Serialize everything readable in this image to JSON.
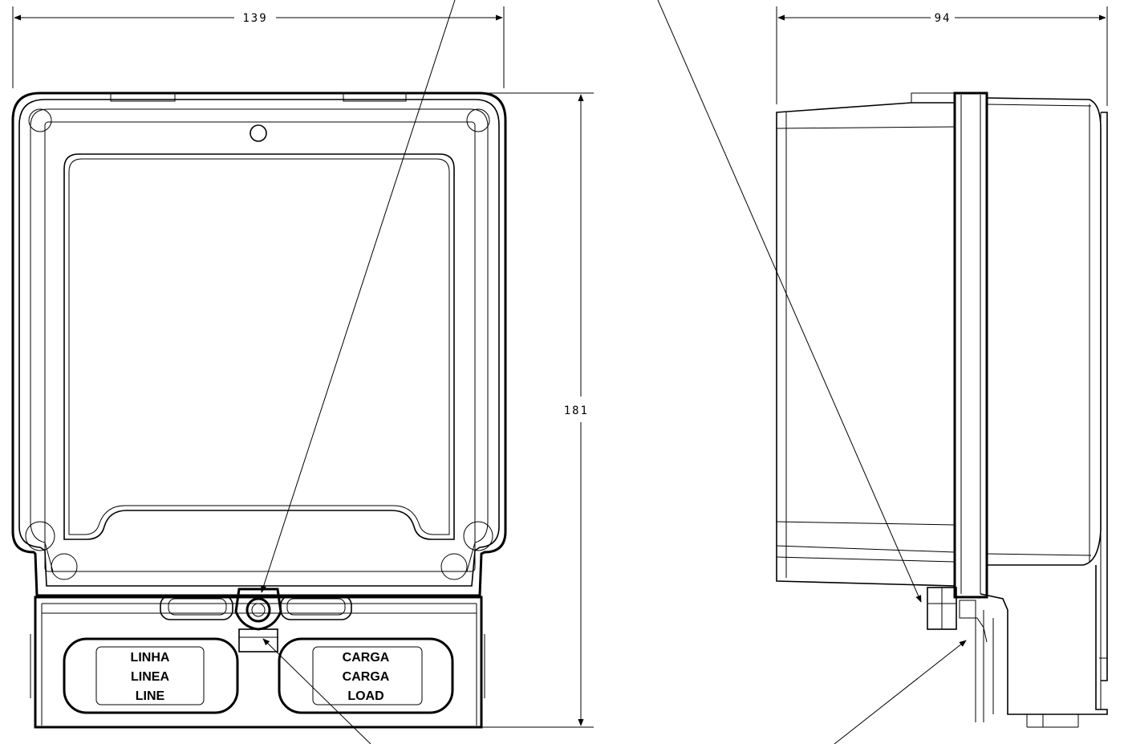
{
  "dimensions": {
    "front_width": "139",
    "height": "181",
    "side_depth": "94"
  },
  "labels": {
    "line": [
      "LINHA",
      "LINEA",
      "LINE"
    ],
    "load": [
      "CARGA",
      "CARGA",
      "LOAD"
    ]
  },
  "colors": {
    "ink": "#000000",
    "paper": "#ffffff"
  }
}
